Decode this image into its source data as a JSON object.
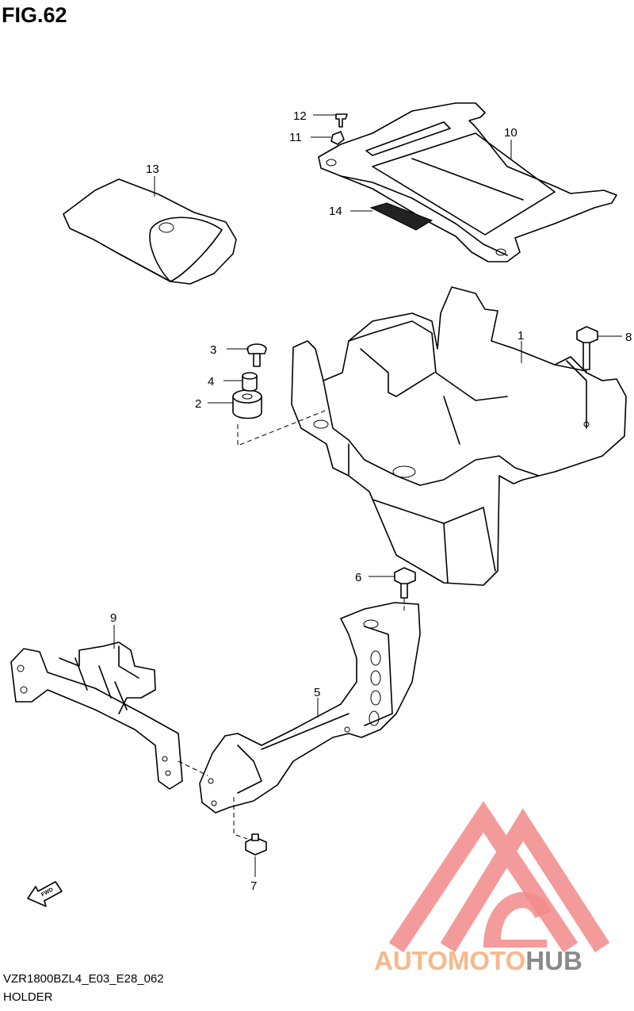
{
  "figure": {
    "title": "FIG.62",
    "code": "VZR1800BZL4_E03_E28_062",
    "name": "HOLDER"
  },
  "callouts": [
    "1",
    "2",
    "3",
    "4",
    "5",
    "6",
    "7",
    "8",
    "9",
    "10",
    "11",
    "12",
    "13",
    "14"
  ],
  "fwd_label": "FWD",
  "watermark": {
    "brand_part1": "AUTOMOTO",
    "brand_part2": "HUB",
    "color_triangle": "#f28a8a",
    "color_brand1": "#f7b88b",
    "color_brand2": "#8a8a8a"
  }
}
